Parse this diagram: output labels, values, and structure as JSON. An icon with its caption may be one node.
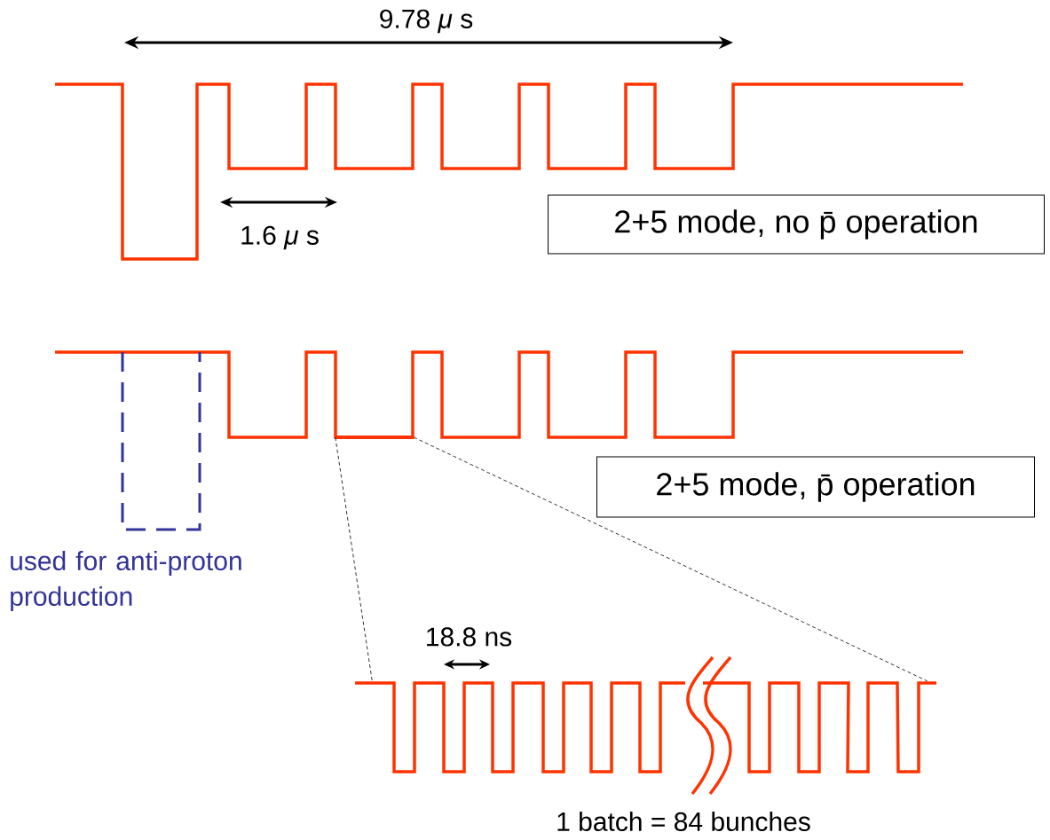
{
  "diagram": {
    "nodes": [
      {
        "text": [
          "2+5 mode, no p̄ operation"
        ]
      },
      {
        "text": [
          "2+5 mode, p̄ operation"
        ]
      },
      {
        "text": [],
        "shape": "bar"
      },
      {
        "text": [],
        "shape": "picture",
        "beside": [
          "1 batch = 84 bunches"
        ]
      }
    ],
    "edges": [
      {
        "from": 2,
        "to": 3,
        "arrow": "none",
        "style": "dashed"
      },
      {
        "from": 2,
        "to": 3,
        "arrow": "none",
        "style": "dashed"
      }
    ],
    "labels": [
      "9.78 *μ* s",
      "1.6 *μ* s",
      "used for anti-proton production",
      "18.8 ns"
    ]
  }
}
